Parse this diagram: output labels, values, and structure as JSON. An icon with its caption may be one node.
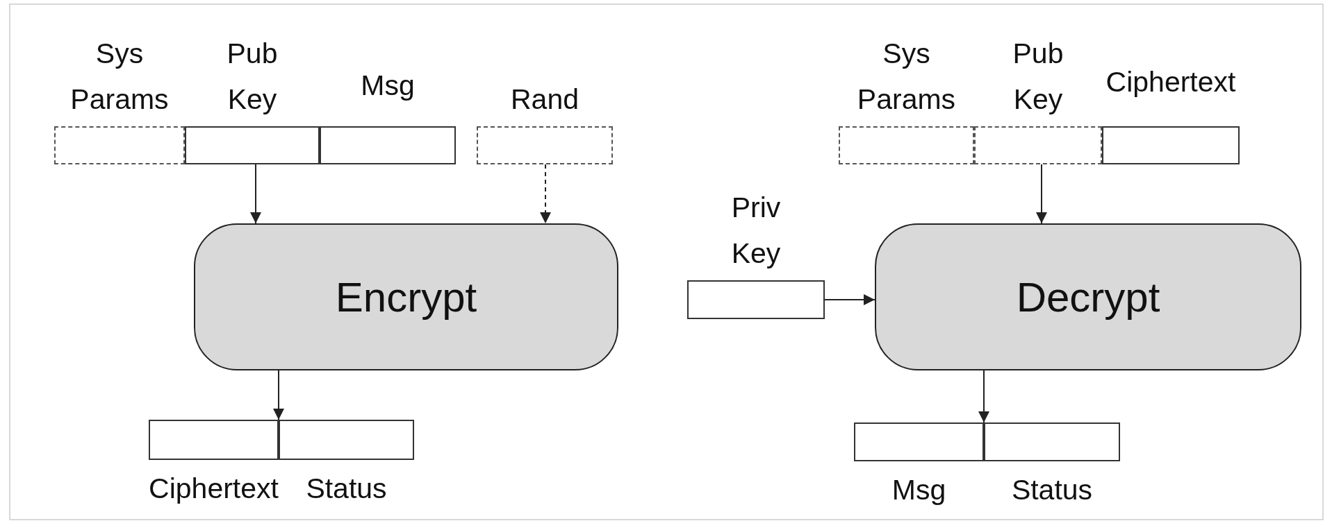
{
  "diagram": {
    "nodes": [
      {
        "text": [
          "Sys Params"
        ]
      },
      {
        "text": [
          "Pub Key"
        ]
      },
      {
        "text": [
          "Msg"
        ]
      },
      {
        "text": [
          "Rand"
        ]
      },
      {
        "text": [
          "Encrypt"
        ]
      },
      {
        "text": [
          "Ciphertext"
        ]
      },
      {
        "text": [
          "Status"
        ]
      },
      {
        "text": [
          "Sys Params"
        ]
      },
      {
        "text": [
          "Pub Key"
        ]
      },
      {
        "text": [
          "Ciphertext"
        ]
      },
      {
        "text": [
          "Priv Key"
        ]
      },
      {
        "text": [
          "Decrypt"
        ]
      },
      {
        "text": [
          "Msg"
        ]
      },
      {
        "text": [
          "Status"
        ]
      }
    ],
    "edges": [
      {
        "from": 1,
        "to": 4,
        "arrow": "to"
      },
      {
        "from": 3,
        "to": 4,
        "arrow": "to",
        "style": "dashed"
      },
      {
        "from": 4,
        "to": 5,
        "arrow": "to"
      },
      {
        "from": 8,
        "to": 11,
        "arrow": "to"
      },
      {
        "from": 10,
        "to": 11,
        "arrow": "to"
      },
      {
        "from": 11,
        "to": 12,
        "arrow": "to"
      }
    ]
  }
}
